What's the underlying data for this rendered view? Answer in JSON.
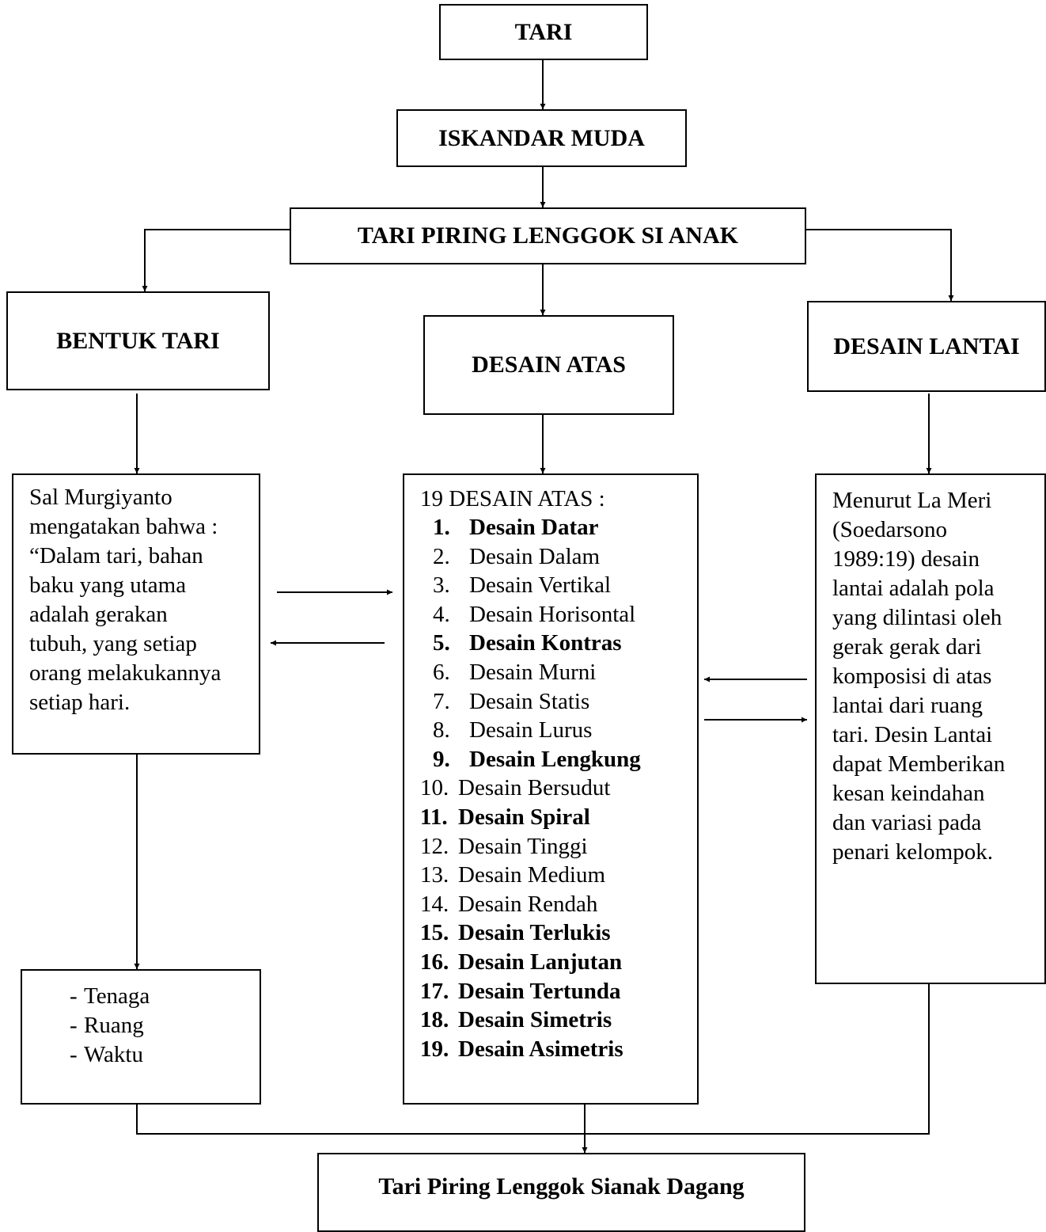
{
  "nodes": {
    "tari": "TARI",
    "iskandar": "ISKANDAR MUDA",
    "piring": "TARI PIRING LENGGOK SI ANAK",
    "bentuk": "BENTUK TARI",
    "atas": "DESAIN ATAS",
    "lantai": "DESAIN LANTAI",
    "result": "Tari Piring Lenggok Sianak Dagang"
  },
  "sal_text": [
    "Sal Murgiyanto",
    "mengatakan bahwa :",
    "“Dalam tari, bahan",
    "baku yang utama",
    "adalah gerakan",
    "tubuh, yang setiap",
    "orang melakukannya",
    "setiap hari."
  ],
  "elements": [
    "Tenaga",
    "Ruang",
    "Waktu"
  ],
  "desain_heading": "19 DESAIN ATAS :",
  "desain_items": [
    {
      "num": "1.",
      "label": "Desain Datar",
      "bold": true
    },
    {
      "num": "2.",
      "label": "Desain Dalam",
      "bold": false
    },
    {
      "num": "3.",
      "label": "Desain Vertikal",
      "bold": false
    },
    {
      "num": "4.",
      "label": "Desain Horisontal",
      "bold": false
    },
    {
      "num": "5.",
      "label": "Desain Kontras",
      "bold": true
    },
    {
      "num": "6.",
      "label": "Desain Murni",
      "bold": false
    },
    {
      "num": "7.",
      "label": "Desain Statis",
      "bold": false
    },
    {
      "num": "8.",
      "label": "Desain Lurus",
      "bold": false
    },
    {
      "num": "9.",
      "label": "Desain Lengkung",
      "bold": true
    },
    {
      "num": "10.",
      "label": "Desain Bersudut",
      "bold": false
    },
    {
      "num": "11.",
      "label": "Desain Spiral",
      "bold": true
    },
    {
      "num": "12.",
      "label": "Desain Tinggi",
      "bold": false
    },
    {
      "num": "13.",
      "label": "Desain Medium",
      "bold": false
    },
    {
      "num": "14.",
      "label": "Desain Rendah",
      "bold": false
    },
    {
      "num": "15.",
      "label": "Desain Terlukis",
      "bold": true
    },
    {
      "num": "16.",
      "label": "Desain Lanjutan",
      "bold": true
    },
    {
      "num": "17.",
      "label": "Desain Tertunda",
      "bold": true
    },
    {
      "num": "18.",
      "label": "Desain Simetris",
      "bold": true
    },
    {
      "num": "19.",
      "label": "Desain Asimetris",
      "bold": true
    }
  ],
  "lameri_text": [
    "Menurut La Meri",
    "(Soedarsono",
    "1989:19) desain",
    "lantai adalah pola",
    "yang dilintasi oleh",
    "gerak gerak dari",
    "komposisi di atas",
    "lantai dari ruang",
    "tari. Desin Lantai",
    "dapat Memberikan",
    "kesan keindahan",
    "dan variasi pada",
    "penari kelompok."
  ]
}
